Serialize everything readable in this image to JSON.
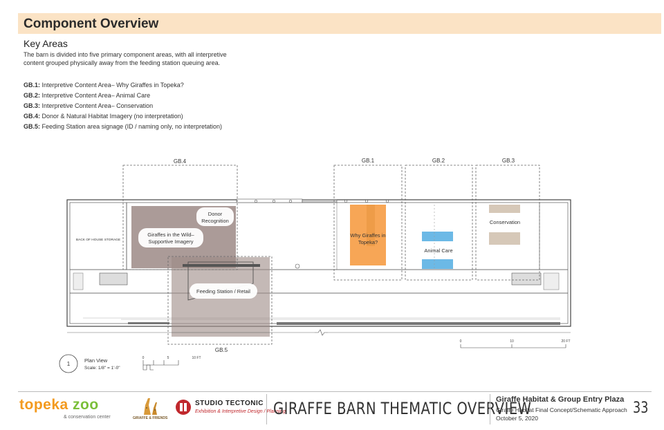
{
  "header": {
    "title": "Component Overview"
  },
  "key_areas": {
    "title": "Key Areas",
    "intro": "The barn is divided into five primary component areas, with all interpretive content grouped physically away from the feeding station queuing area.",
    "items": [
      {
        "code": "GB.1:",
        "text": "Interpretive Content Area– Why Giraffes in Topeka?"
      },
      {
        "code": "GB.2:",
        "text": "Interpretive Content Area– Animal Care"
      },
      {
        "code": "GB.3:",
        "text": "Interpretive Content Area– Conservation"
      },
      {
        "code": "GB.4:",
        "text": "Donor & Natural Habitat Imagery (no interpretation)"
      },
      {
        "code": "GB.5:",
        "text": "Feeding Station area signage (ID / naming only, no interpretation)"
      }
    ]
  },
  "plan": {
    "zone_labels": {
      "gb4": "GB.4",
      "gb1": "GB.1",
      "gb2": "GB.2",
      "gb3": "GB.3",
      "gb5": "GB.5"
    },
    "room_labels": {
      "storage": "BACK OF HOUSE STORAGE",
      "donor_1": "Donor",
      "donor_2": "Recognition",
      "wild_1": "Giraffes in the Wild–",
      "wild_2": "Supportive Imagery",
      "feeding": "Feeding Station / Retail",
      "why_1": "Why Giraffes in",
      "why_2": "Topeka?",
      "animal_care": "Animal Care",
      "conservation": "Conservation"
    },
    "colors": {
      "orange": "#f7a656",
      "blue": "#6cb9e6",
      "tan": "#d6c8b8",
      "mauve": "#9c8a86"
    },
    "scale_bar_right": {
      "labels": [
        "0",
        "10",
        "20 FT"
      ]
    },
    "plan_view": {
      "number": "1",
      "title": "Plan View",
      "scale": "Scale: 1/8\" = 1'-0\"",
      "bar_labels": [
        "0",
        "5",
        "10 FT"
      ]
    }
  },
  "footer": {
    "zoo_logo": {
      "w1": "topeka",
      "w2": "zoo",
      "subtitle": "& conservation center"
    },
    "giraffe_friends": "GIRAFFE & FRIENDS",
    "studio": {
      "name": "STUDIO TECTONIC",
      "tagline": "Exhibition & Interpretive Design / Planning"
    },
    "sheet_title": "GIRAFFE BARN THEMATIC OVERVIEW",
    "project_title": "Giraffe Habitat & Group Entry Plaza",
    "project_subtitle": "Giraffe Habitat Final Concept/Schematic Approach",
    "date": "October 5, 2020",
    "page_number": "33"
  }
}
